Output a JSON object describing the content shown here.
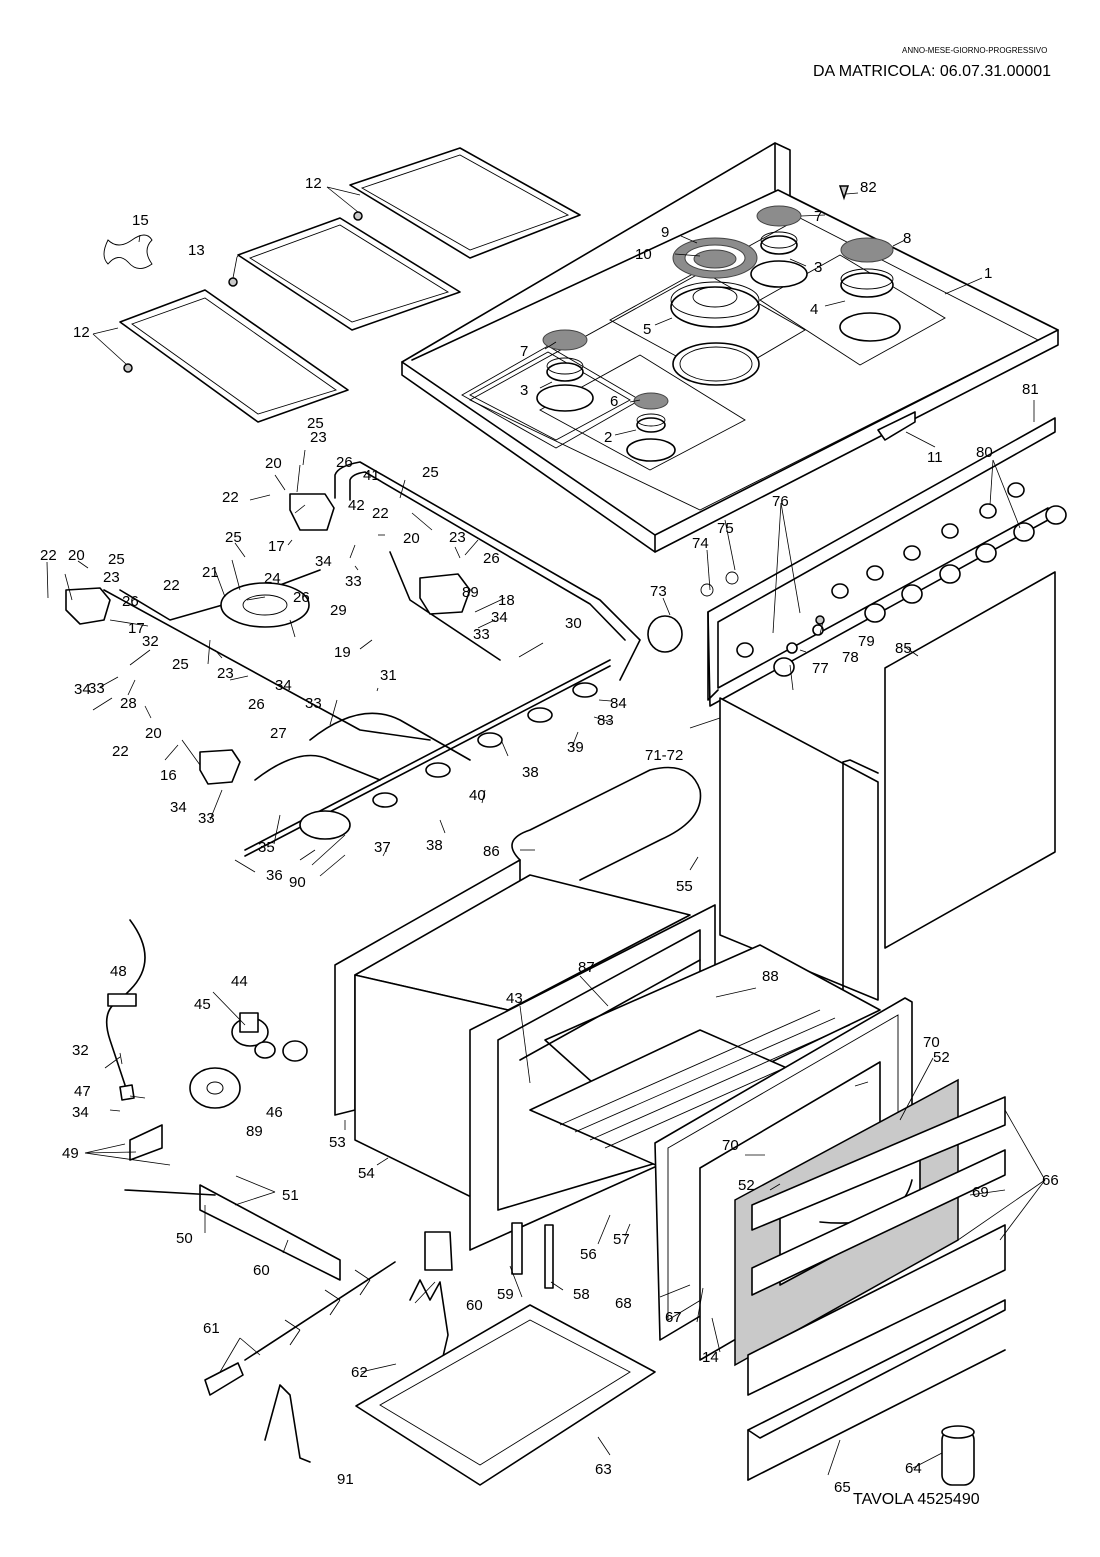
{
  "header": {
    "format_note": "ANNO-MESE-GIORNO-PROGRESSIVO",
    "serial_from": "DA MATRICOLA: 06.07.31.00001"
  },
  "footer": {
    "table_code": "TAVOLA 4525490"
  },
  "diagram": {
    "type": "exploded-parts-view",
    "subject": "gas range cooker with oven",
    "shaded_parts_color": "#8c8c8c",
    "door_glass_color": "#c9c9c9",
    "callouts": [
      {
        "id": "c1",
        "label": "1"
      },
      {
        "id": "c2",
        "label": "2"
      },
      {
        "id": "c3a",
        "label": "3"
      },
      {
        "id": "c3b",
        "label": "3"
      },
      {
        "id": "c4",
        "label": "4"
      },
      {
        "id": "c5",
        "label": "5"
      },
      {
        "id": "c6",
        "label": "6"
      },
      {
        "id": "c7a",
        "label": "7"
      },
      {
        "id": "c7b",
        "label": "7"
      },
      {
        "id": "c8",
        "label": "8"
      },
      {
        "id": "c9",
        "label": "9"
      },
      {
        "id": "c10",
        "label": "10"
      },
      {
        "id": "c11",
        "label": "11"
      },
      {
        "id": "c12a",
        "label": "12"
      },
      {
        "id": "c12b",
        "label": "12"
      },
      {
        "id": "c13",
        "label": "13"
      },
      {
        "id": "c14",
        "label": "14"
      },
      {
        "id": "c15",
        "label": "15"
      },
      {
        "id": "c16",
        "label": "16"
      },
      {
        "id": "c17a",
        "label": "17"
      },
      {
        "id": "c17b",
        "label": "17"
      },
      {
        "id": "c18",
        "label": "18"
      },
      {
        "id": "c19",
        "label": "19"
      },
      {
        "id": "c20a",
        "label": "20"
      },
      {
        "id": "c20b",
        "label": "20"
      },
      {
        "id": "c20c",
        "label": "20"
      },
      {
        "id": "c20d",
        "label": "20"
      },
      {
        "id": "c21",
        "label": "21"
      },
      {
        "id": "c22a",
        "label": "22"
      },
      {
        "id": "c22b",
        "label": "22"
      },
      {
        "id": "c22c",
        "label": "22"
      },
      {
        "id": "c22d",
        "label": "22"
      },
      {
        "id": "c22e",
        "label": "22"
      },
      {
        "id": "c23a",
        "label": "23"
      },
      {
        "id": "c23b",
        "label": "23"
      },
      {
        "id": "c23c",
        "label": "23"
      },
      {
        "id": "c23d",
        "label": "23"
      },
      {
        "id": "c24",
        "label": "24"
      },
      {
        "id": "c25a",
        "label": "25"
      },
      {
        "id": "c25b",
        "label": "25"
      },
      {
        "id": "c25c",
        "label": "25"
      },
      {
        "id": "c25d",
        "label": "25"
      },
      {
        "id": "c25e",
        "label": "25"
      },
      {
        "id": "c26a",
        "label": "26"
      },
      {
        "id": "c26b",
        "label": "26"
      },
      {
        "id": "c26c",
        "label": "26"
      },
      {
        "id": "c26d",
        "label": "26"
      },
      {
        "id": "c26e",
        "label": "26"
      },
      {
        "id": "c27",
        "label": "27"
      },
      {
        "id": "c28",
        "label": "28"
      },
      {
        "id": "c29",
        "label": "29"
      },
      {
        "id": "c30",
        "label": "30"
      },
      {
        "id": "c31",
        "label": "31"
      },
      {
        "id": "c32a",
        "label": "32"
      },
      {
        "id": "c32b",
        "label": "32"
      },
      {
        "id": "c33a",
        "label": "33"
      },
      {
        "id": "c33b",
        "label": "33"
      },
      {
        "id": "c33c",
        "label": "33"
      },
      {
        "id": "c33d",
        "label": "33"
      },
      {
        "id": "c33e",
        "label": "33"
      },
      {
        "id": "c34a",
        "label": "34"
      },
      {
        "id": "c34b",
        "label": "34"
      },
      {
        "id": "c34c",
        "label": "34"
      },
      {
        "id": "c34d",
        "label": "34"
      },
      {
        "id": "c34e",
        "label": "34"
      },
      {
        "id": "c34f",
        "label": "34"
      },
      {
        "id": "c35",
        "label": "35"
      },
      {
        "id": "c36",
        "label": "36"
      },
      {
        "id": "c37",
        "label": "37"
      },
      {
        "id": "c38a",
        "label": "38"
      },
      {
        "id": "c38b",
        "label": "38"
      },
      {
        "id": "c39",
        "label": "39"
      },
      {
        "id": "c40",
        "label": "40"
      },
      {
        "id": "c41",
        "label": "41"
      },
      {
        "id": "c42",
        "label": "42"
      },
      {
        "id": "c43",
        "label": "43"
      },
      {
        "id": "c44",
        "label": "44"
      },
      {
        "id": "c45",
        "label": "45"
      },
      {
        "id": "c46",
        "label": "46"
      },
      {
        "id": "c47",
        "label": "47"
      },
      {
        "id": "c48",
        "label": "48"
      },
      {
        "id": "c49",
        "label": "49"
      },
      {
        "id": "c50",
        "label": "50"
      },
      {
        "id": "c51",
        "label": "51"
      },
      {
        "id": "c52a",
        "label": "52"
      },
      {
        "id": "c52b",
        "label": "52"
      },
      {
        "id": "c53",
        "label": "53"
      },
      {
        "id": "c54",
        "label": "54"
      },
      {
        "id": "c55",
        "label": "55"
      },
      {
        "id": "c56",
        "label": "56"
      },
      {
        "id": "c57",
        "label": "57"
      },
      {
        "id": "c58",
        "label": "58"
      },
      {
        "id": "c59",
        "label": "59"
      },
      {
        "id": "c60a",
        "label": "60"
      },
      {
        "id": "c60b",
        "label": "60"
      },
      {
        "id": "c61",
        "label": "61"
      },
      {
        "id": "c62",
        "label": "62"
      },
      {
        "id": "c63",
        "label": "63"
      },
      {
        "id": "c64",
        "label": "64"
      },
      {
        "id": "c65",
        "label": "65"
      },
      {
        "id": "c66",
        "label": "66"
      },
      {
        "id": "c67",
        "label": "67"
      },
      {
        "id": "c68",
        "label": "68"
      },
      {
        "id": "c69",
        "label": "69"
      },
      {
        "id": "c70a",
        "label": "70"
      },
      {
        "id": "c70b",
        "label": "70"
      },
      {
        "id": "c7172",
        "label": "71-72"
      },
      {
        "id": "c73",
        "label": "73"
      },
      {
        "id": "c74",
        "label": "74"
      },
      {
        "id": "c75",
        "label": "75"
      },
      {
        "id": "c76",
        "label": "76"
      },
      {
        "id": "c77",
        "label": "77"
      },
      {
        "id": "c78",
        "label": "78"
      },
      {
        "id": "c79",
        "label": "79"
      },
      {
        "id": "c80",
        "label": "80"
      },
      {
        "id": "c81",
        "label": "81"
      },
      {
        "id": "c82",
        "label": "82"
      },
      {
        "id": "c83",
        "label": "83"
      },
      {
        "id": "c84",
        "label": "84"
      },
      {
        "id": "c85",
        "label": "85"
      },
      {
        "id": "c86",
        "label": "86"
      },
      {
        "id": "c87",
        "label": "87"
      },
      {
        "id": "c88",
        "label": "88"
      },
      {
        "id": "c89a",
        "label": "89"
      },
      {
        "id": "c89b",
        "label": "89"
      },
      {
        "id": "c90",
        "label": "90"
      },
      {
        "id": "c91",
        "label": "91"
      }
    ]
  }
}
